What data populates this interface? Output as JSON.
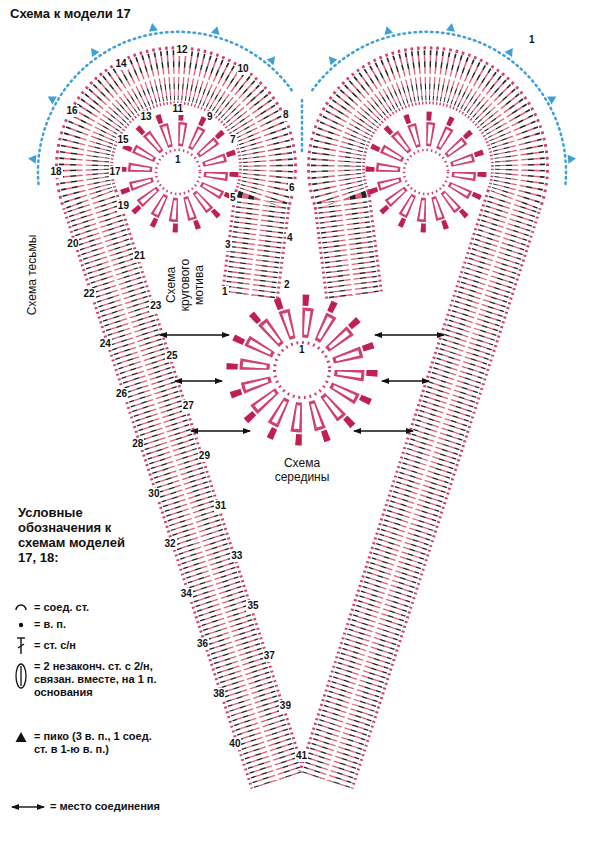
{
  "diagram": {
    "title": "Схема к модели 17",
    "labels": [
      "Схема тесьмы",
      "Схема кругового мотива",
      "Схема середины",
      "Условные обозначения к схемам моделей 17, 18:",
      "1",
      "1",
      "1",
      "1",
      "2",
      "3",
      "4",
      "5",
      "6",
      "7",
      "8",
      "9",
      "10",
      "11",
      "12",
      "13",
      "14",
      "15",
      "16",
      "17",
      "18",
      "19",
      "20",
      "21",
      "22",
      "23",
      "24",
      "25",
      "26",
      "27",
      "28",
      "29",
      "30",
      "31",
      "32",
      "33",
      "34",
      "35",
      "36",
      "37",
      "38",
      "39",
      "40",
      "41"
    ],
    "legend": [
      {
        "text": "= соед. ст."
      },
      {
        "text": "= в. п."
      },
      {
        "text": "= ст. с/н"
      },
      {
        "text": "= 2 незаконч. ст. с 2/н, связан. вместе, на 1 п. основания"
      },
      {
        "text": "= пико (3 в. п., 1 соед. ст. в 1-ю в. п.)"
      },
      {
        "text": "= место соединения"
      }
    ]
  }
}
